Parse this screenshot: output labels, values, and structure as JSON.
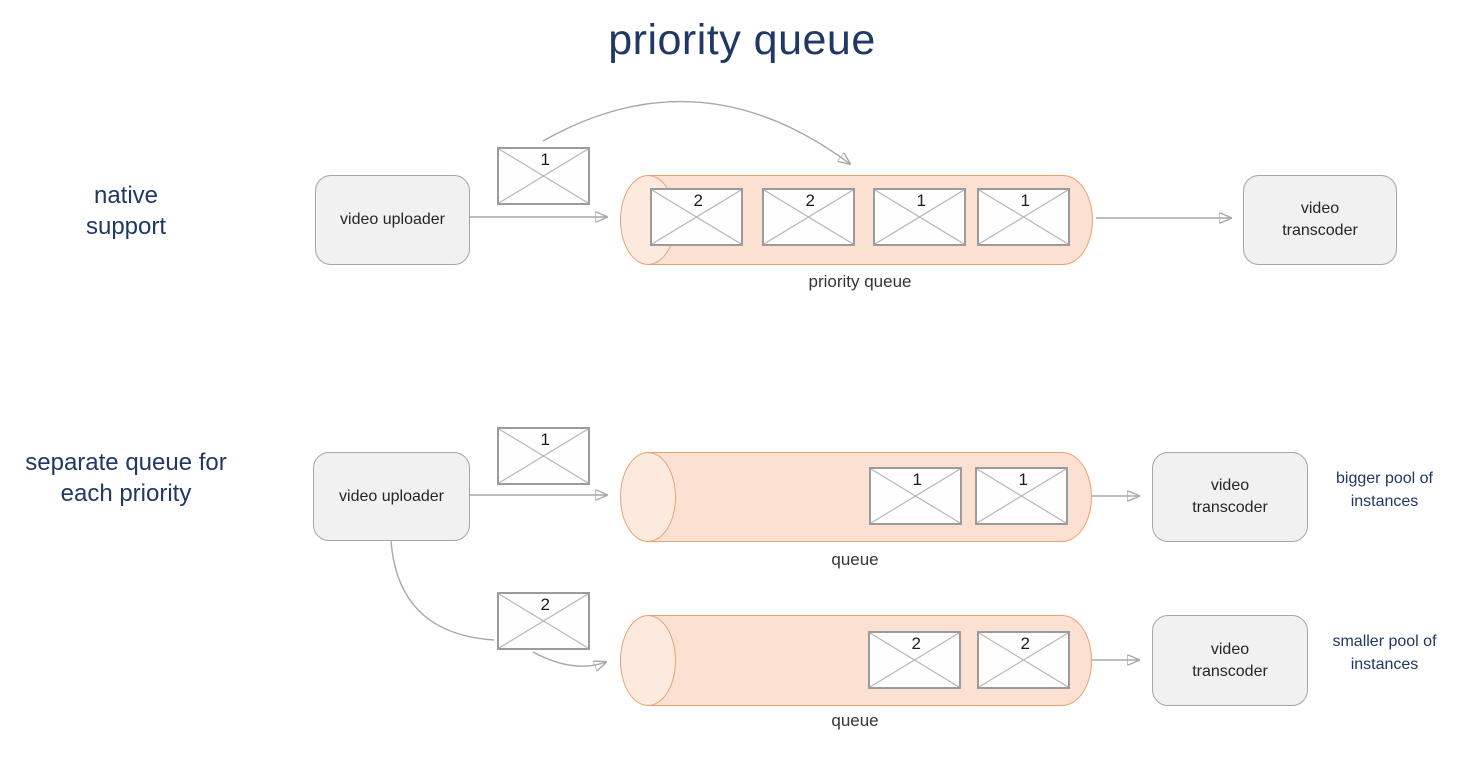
{
  "title": "priority queue",
  "colors": {
    "navy": "#1F3864",
    "box_fill": "#F1F1F1",
    "box_border": "#A6A6A6",
    "queue_fill": "#FCE0D1",
    "queue_cap_fill": "#FCEADF",
    "queue_border": "#E9A272",
    "arrow": "#A8A8A8",
    "env_border": "#9B9B9B",
    "env_cross": "#B8B8B8"
  },
  "sections": {
    "native": {
      "section_label": "native support",
      "uploader": "video uploader",
      "message_in": "1",
      "queue": {
        "label": "priority queue",
        "messages": [
          "2",
          "2",
          "1",
          "1"
        ]
      },
      "transcoder": "video transcoder"
    },
    "separate": {
      "section_label": "separate queue for each priority",
      "uploader": "video uploader",
      "queue1": {
        "message_in": "1",
        "label": "queue",
        "messages": [
          "1",
          "1"
        ],
        "transcoder": "video transcoder",
        "note": "bigger pool of instances"
      },
      "queue2": {
        "message_in": "2",
        "label": "queue",
        "messages": [
          "2",
          "2"
        ],
        "transcoder": "video transcoder",
        "note": "smaller pool of instances"
      }
    }
  }
}
